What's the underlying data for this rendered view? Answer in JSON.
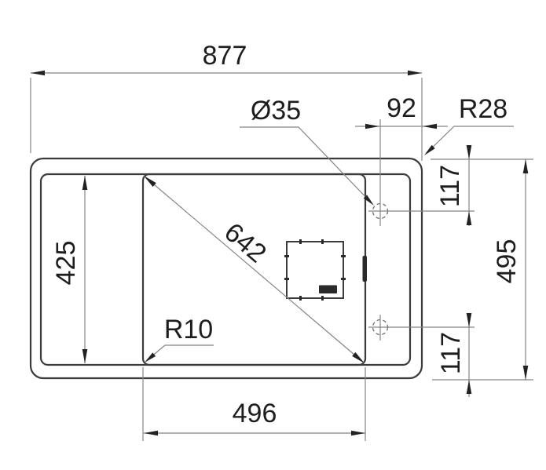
{
  "labels": {
    "overall_width": "877",
    "hole_diameter": "Ø35",
    "hole_offset": "92",
    "outer_radius": "R28",
    "top_hole_distance": "117",
    "overall_depth": "495",
    "left_depth": "425",
    "diagonal": "642",
    "inner_radius": "R10",
    "bowl_width": "496",
    "bottom_hole_distance": "117"
  }
}
